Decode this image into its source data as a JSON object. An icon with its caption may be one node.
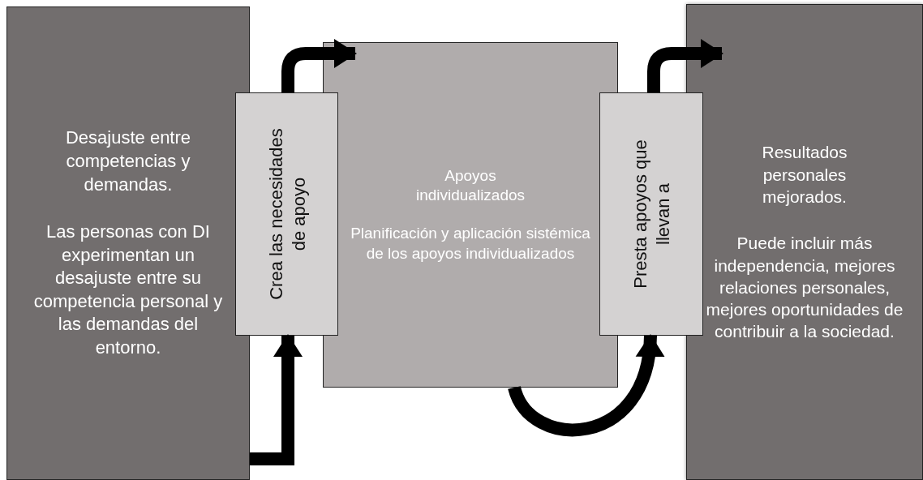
{
  "diagram": {
    "nodes": [
      {
        "text": [
          "Desajuste entre competencias y demandas.",
          "Las personas con DI experimentan un desajuste entre su competencia personal y las demandas del entorno."
        ]
      },
      {
        "text": [
          "Crea las necesidades de apoyo"
        ]
      },
      {
        "text": [
          "Apoyos individualizados",
          "Planificación y aplicación sistémica de los apoyos individualizados"
        ]
      },
      {
        "text": [
          "Presta apoyos que llevan a"
        ]
      },
      {
        "text": [
          "Resultados personales mejorados.",
          "Puede incluir más independencia, mejores relaciones personales, mejores oportunidades de contribuir a la sociedad."
        ]
      }
    ],
    "edges": [
      {
        "from": 0,
        "to": 1,
        "arrow": "to"
      },
      {
        "from": 1,
        "to": 2,
        "arrow": "to"
      },
      {
        "from": 2,
        "to": 3,
        "arrow": "to"
      },
      {
        "from": 3,
        "to": 4,
        "arrow": "to"
      }
    ]
  }
}
